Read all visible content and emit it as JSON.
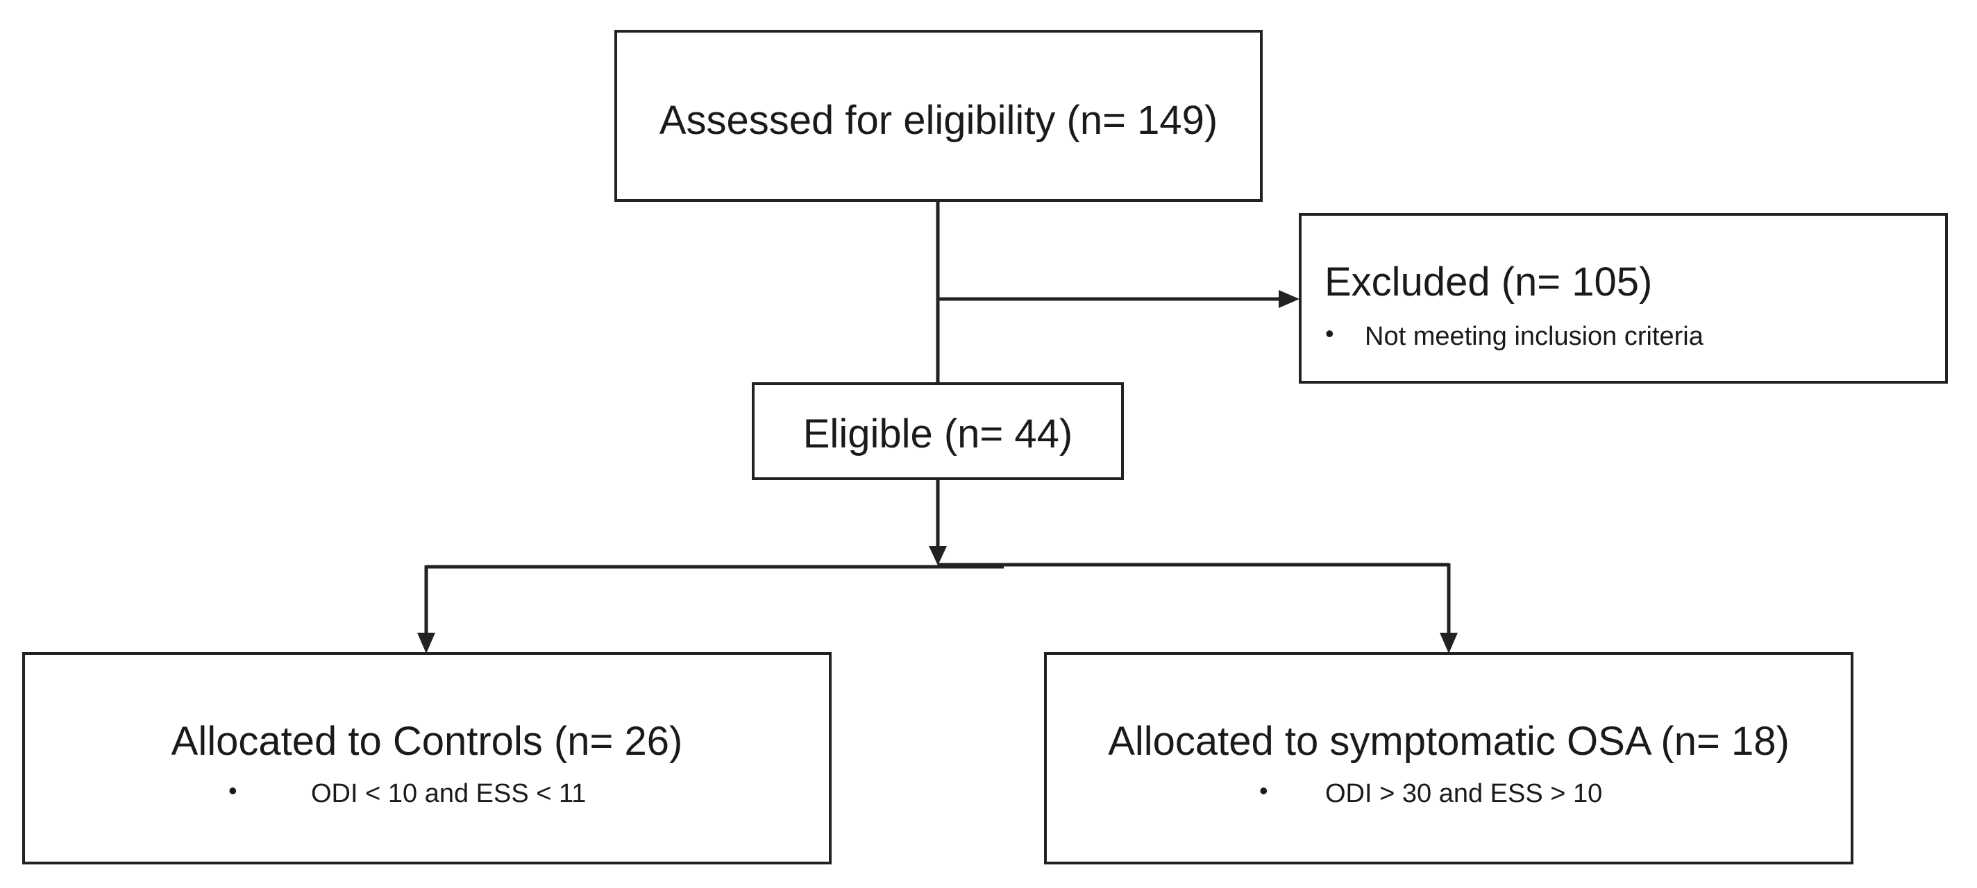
{
  "assessed": {
    "title": "Assessed for eligibility (n= 149)"
  },
  "excluded": {
    "title": "Excluded (n= 105)",
    "bullet": "•",
    "criteria": "Not meeting inclusion criteria"
  },
  "eligible": {
    "title": "Eligible (n= 44)"
  },
  "controls": {
    "title": "Allocated to Controls (n= 26)",
    "bullet": "•",
    "criteria": "ODI < 10 and ESS < 11"
  },
  "osa": {
    "title": "Allocated to symptomatic OSA (n= 18)",
    "bullet": "•",
    "criteria": "ODI > 30 and ESS > 10"
  }
}
